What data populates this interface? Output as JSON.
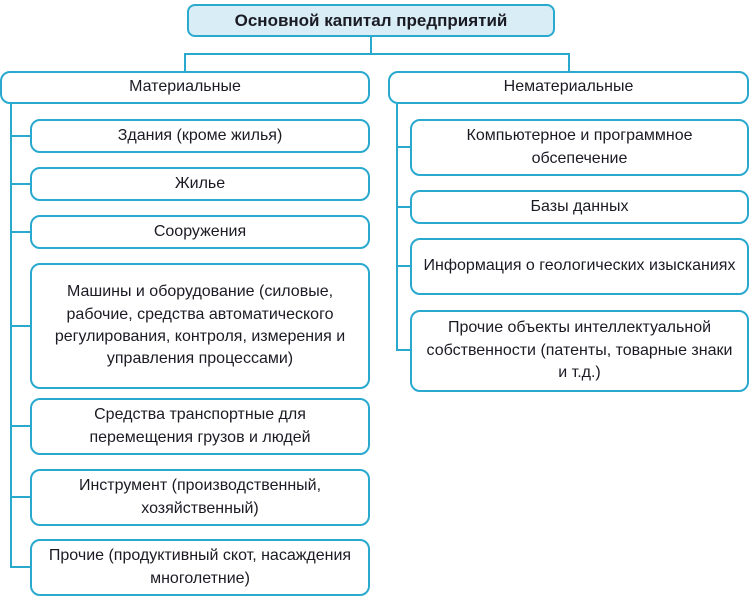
{
  "title": "Основной капитал предприятий",
  "colors": {
    "accent": "#2aa9cf",
    "title_fill": "#d8edf5",
    "text": "#1b1b24"
  },
  "branches": {
    "material": {
      "label": "Материальные",
      "items": [
        "Здания (кроме жилья)",
        "Жилье",
        "Сооружения",
        "Машины и оборудование (силовые, рабочие, средства автоматического регулирования, контроля, измерения и управления процессами)",
        "Средства транспортные для перемещения грузов и людей",
        "Инструмент (производственный, хозяйственный)",
        "Прочие (продуктивный скот, насаждения многолетние)"
      ]
    },
    "intangible": {
      "label": "Нематериальные",
      "items": [
        "Компьютерное и программное обсепечение",
        "Базы данных",
        "Информация о геологических изысканиях",
        "Прочие объекты интеллектуальной собственности (патенты, товарные знаки и т.д.)"
      ]
    }
  }
}
